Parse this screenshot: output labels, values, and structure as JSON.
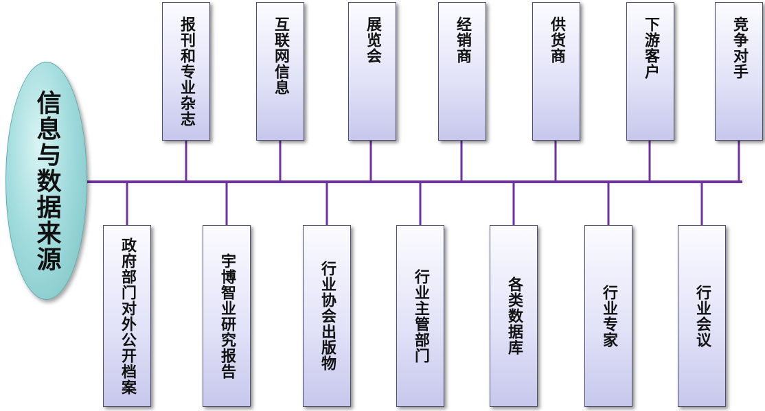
{
  "root": {
    "label": "信息与数据来源"
  },
  "top_sources": [
    "报刊和专业杂志",
    "互联网信息",
    "展览会",
    "经销商",
    "供货商",
    "下游客户",
    "竞争对手"
  ],
  "bottom_sources": [
    "政府部门对外公开档案",
    "宇博智业研究报告",
    "行业协会出版物",
    "行业主管部门",
    "各类数据库",
    "行业专家",
    "行业会议"
  ],
  "colors": {
    "connector": "#7030a0",
    "box_border": "#4e4e6e",
    "root_fill": "#a3dcdd"
  }
}
